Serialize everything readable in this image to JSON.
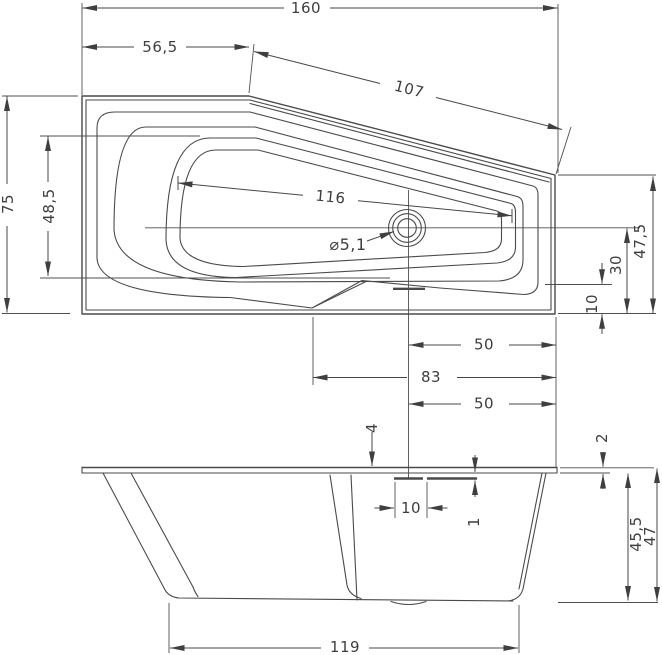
{
  "colors": {
    "line": "#4a4a4a",
    "text": "#3e3e3e",
    "background": "#ffffff"
  },
  "plan_view": {
    "overall_length": "160",
    "top_straight_length": "56,5",
    "diagonal_edge_length": "107",
    "overall_width": "75",
    "basin_width": "48,5",
    "basin_length": "116",
    "drain_diameter": "⌀5,1",
    "right_end_width": "47,5",
    "drain_centre_to_bottom_edge": "30",
    "apron_edge_to_bottom_edge": "10",
    "drain_centre_to_right_end": "50",
    "basin_edge_to_right_end": "83"
  },
  "side_view": {
    "drain_centre_to_right_end": "50",
    "rim_to_overflow_drop": "4",
    "overflow_slot_length": "10",
    "slot_to_rim_offset": "1",
    "rim_thickness": "2",
    "skirt_height": "45,5",
    "overall_height": "47",
    "base_length": "119"
  }
}
